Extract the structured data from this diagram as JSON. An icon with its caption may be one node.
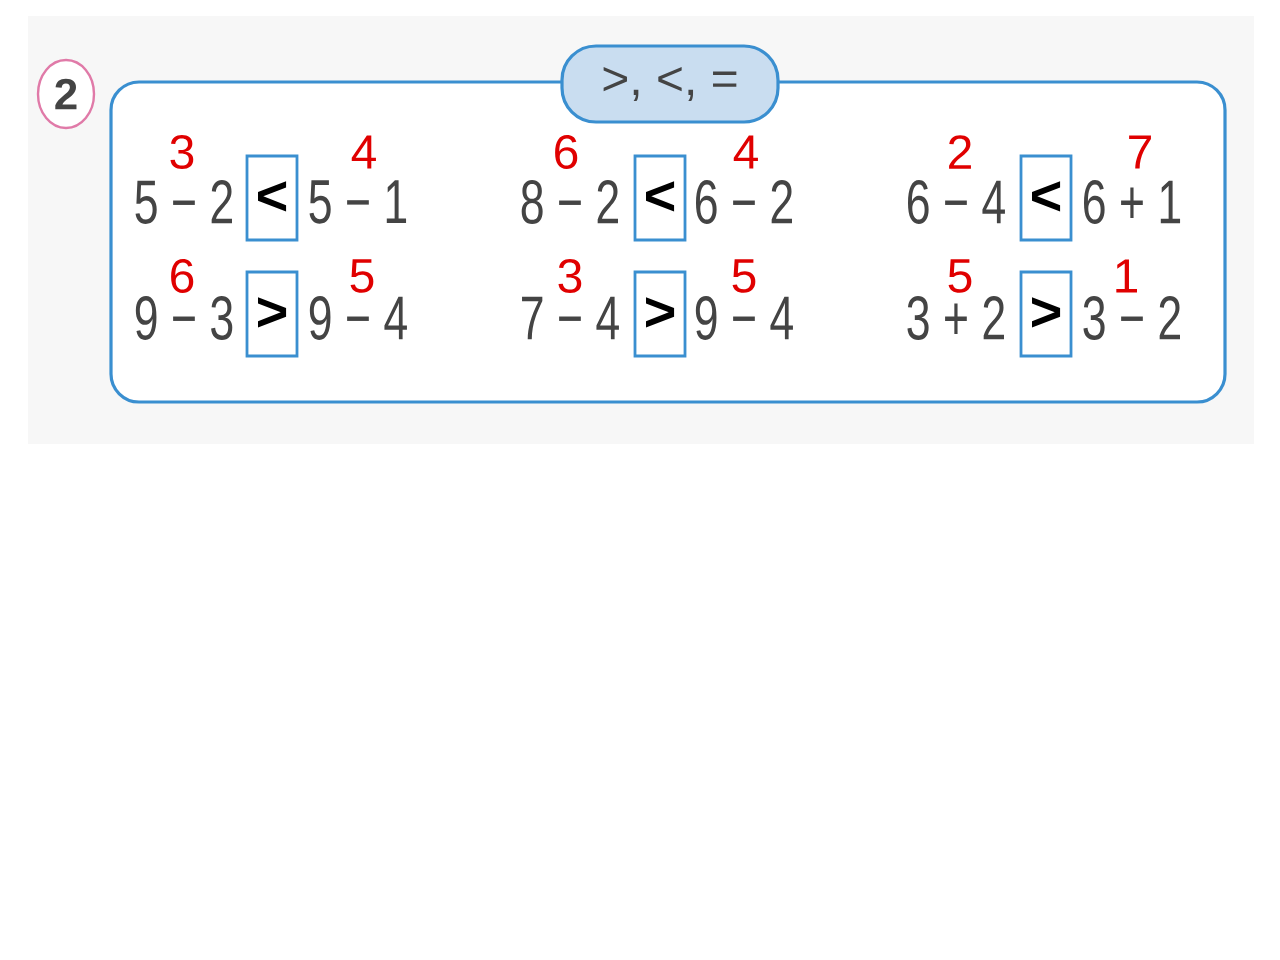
{
  "diagram": {
    "nodes": [
      {
        "text": [
          "2"
        ]
      },
      {
        "text": [],
        "shape": "box"
      },
      {
        "text": [
          ">, <, ="
        ],
        "in": 1
      },
      {
        "text": [
          "<"
        ],
        "in": 1
      },
      {
        "text": [
          ">"
        ],
        "in": 1
      },
      {
        "text": [
          "<"
        ],
        "in": 1
      },
      {
        "text": [
          ">"
        ],
        "in": 1
      },
      {
        "text": [
          "<"
        ],
        "in": 1
      },
      {
        "text": [
          ">"
        ],
        "in": 1
      }
    ],
    "labels": [
      "3",
      "4",
      "6",
      "4",
      "2",
      "7",
      "5 − 2",
      "5 − 1",
      "8 − 2",
      "6 − 2",
      "6 − 4",
      "6 + 1",
      "6",
      "5",
      "3",
      "5",
      "5",
      "1",
      "9 − 3",
      "9 − 4",
      "7 − 4",
      "9 − 4",
      "3 + 2",
      "3 − 2"
    ]
  }
}
